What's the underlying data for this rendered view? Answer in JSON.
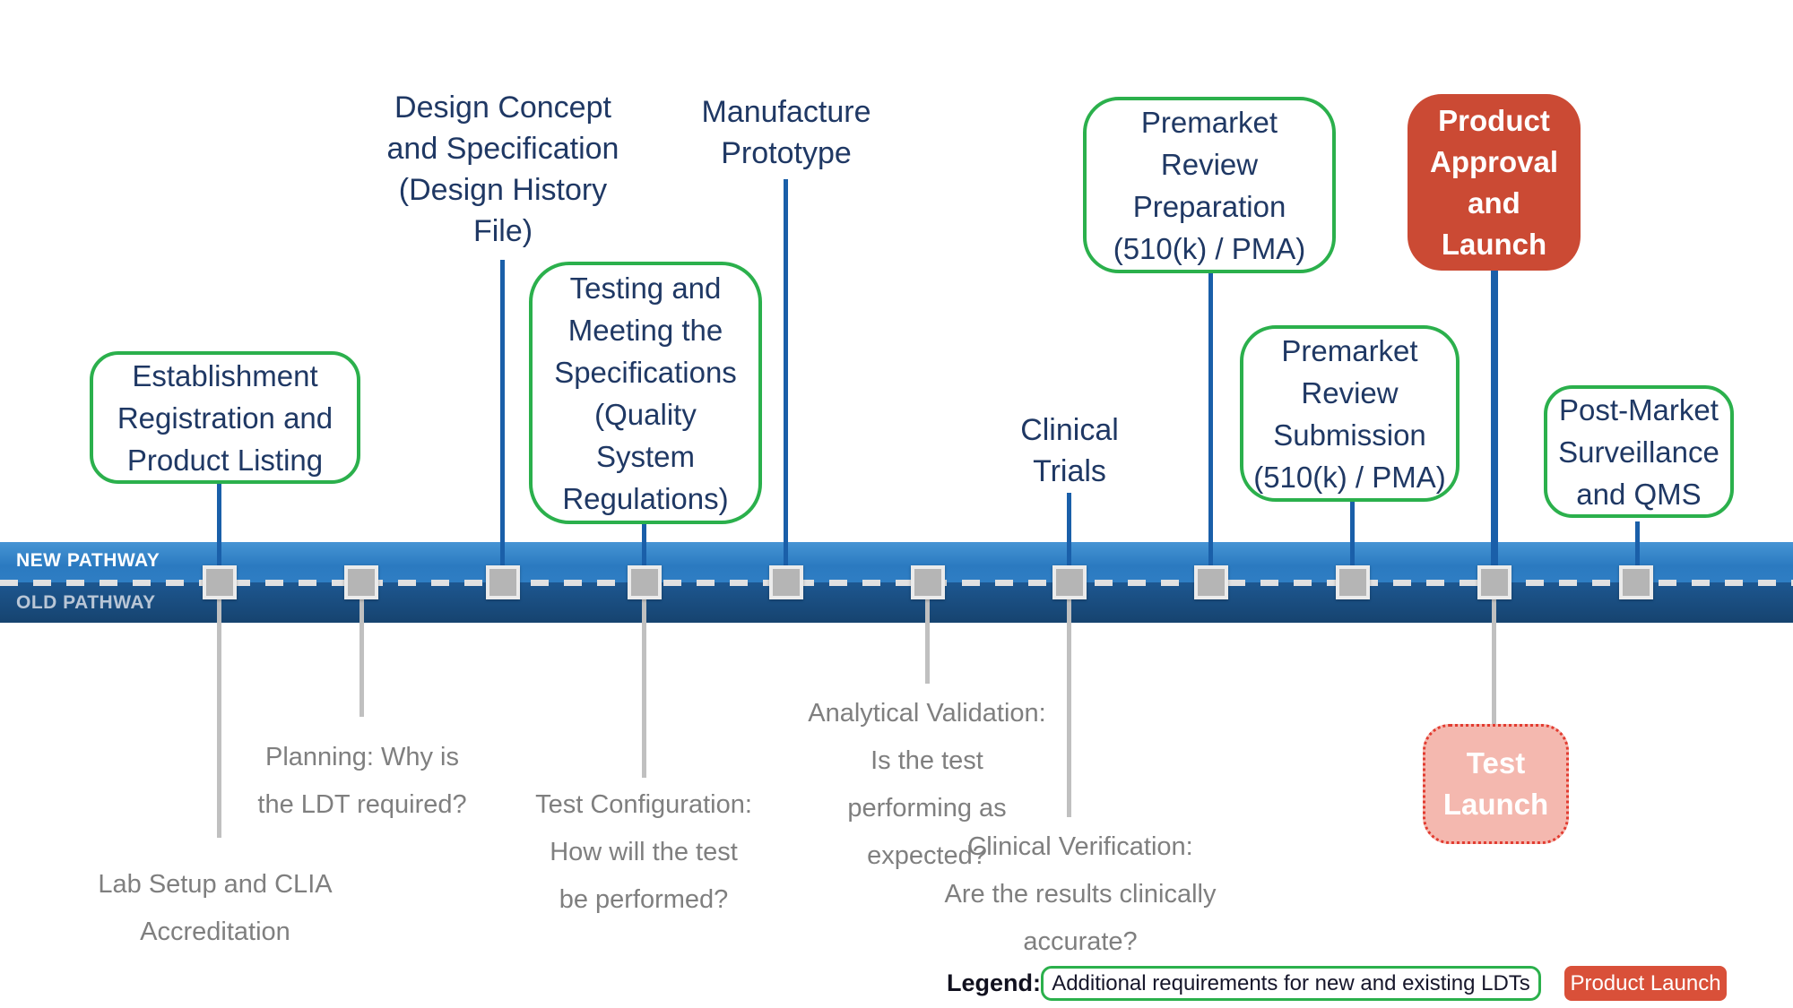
{
  "timeline": {
    "new_pathway_label": "NEW PATHWAY",
    "old_pathway_label": "OLD PATHWAY"
  },
  "milestones": {
    "establishment": {
      "label": "Establishment\nRegistration and\nProduct Listing"
    },
    "design_concept": {
      "label": "Design Concept\nand Specification\n(Design History\nFile)"
    },
    "testing": {
      "label": "Testing and\nMeeting the\nSpecifications\n(Quality\nSystem\nRegulations)"
    },
    "manufacture": {
      "label": "Manufacture\nPrototype"
    },
    "clinical_trials": {
      "label": "Clinical\nTrials"
    },
    "premarket_preparation": {
      "label": "Premarket\nReview\nPreparation\n(510(k) / PMA)"
    },
    "premarket_submission": {
      "label": "Premarket\nReview\nSubmission\n(510(k) / PMA)"
    },
    "product_approval": {
      "label": "Product\nApproval\nand\nLaunch"
    },
    "post_market": {
      "label": "Post-Market\nSurveillance\nand QMS"
    },
    "test_launch": {
      "label": "Test\nLaunch"
    }
  },
  "old_pathway_steps": {
    "lab_setup": {
      "label": "Lab Setup and CLIA\nAccreditation"
    },
    "planning": {
      "label": "Planning: Why is\nthe LDT required?"
    },
    "test_configuration": {
      "label": "Test Configuration:\nHow will the test\nbe performed?"
    },
    "analytical_validation": {
      "label": "Analytical Validation:\nIs the test\nperforming as\nexpected?"
    },
    "clinical_verification": {
      "label": "Clinical Verification:\nAre the results clinically\naccurate?"
    }
  },
  "legend": {
    "title": "Legend:",
    "green_label": "Additional requirements for new and existing LDTs",
    "red_label": "Product Launch"
  },
  "colors": {
    "new_pathway_band": "#2b7ac0",
    "old_pathway_band": "#16436f",
    "green_border": "#2bb04c",
    "navy_text": "#1f3864",
    "red_box": "#cb4a34",
    "pink_box": "#f4b8af",
    "pink_border": "#e23b30",
    "gray_text": "#7f7f7f",
    "marker_fill": "#b5b5b5",
    "connector_blue": "#1a5fa9",
    "connector_gray": "#c0c0c0"
  }
}
